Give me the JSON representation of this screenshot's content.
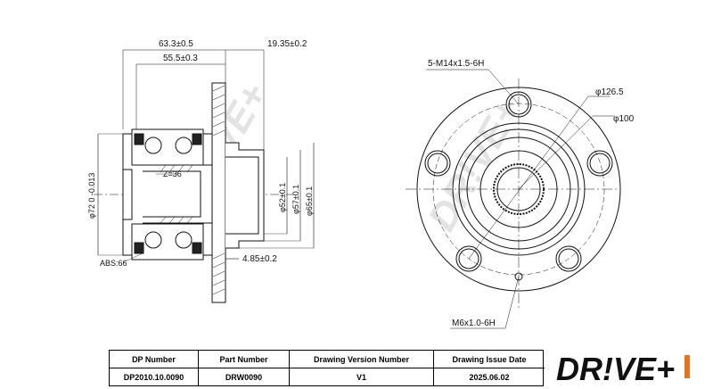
{
  "watermark": "DR!VE+",
  "side_view": {
    "dim_overall_width": "63.3±0.5",
    "dim_flange_offset": "55.5±0.3",
    "dim_hub_length": "19.35±0.2",
    "dim_bearing_od": "φ72 0 -0.013",
    "dim_bore": "φ52±0.1",
    "dim_pilot": "φ57±0.1",
    "dim_pilot_outer": "φ65±0.1",
    "dim_flange_thickness": "4.85±0.2",
    "teeth_label": "Z=36",
    "abs_label": "ABS:66"
  },
  "front_view": {
    "thread_label": "5-M14x1.5-6H",
    "pcd_label": "φ126.5",
    "pilot_label": "φ100",
    "screw_label": "M6x1.0-6H"
  },
  "title_block": {
    "headers": [
      "DP Number",
      "Part Number",
      "Drawing Version Number",
      "Drawing Issue Date"
    ],
    "values": [
      "DP2010.10.0090",
      "DRW0090",
      "V1",
      "2025.06.02"
    ]
  },
  "logo": {
    "text": "DR!VE+",
    "accent": "#e8731a"
  }
}
